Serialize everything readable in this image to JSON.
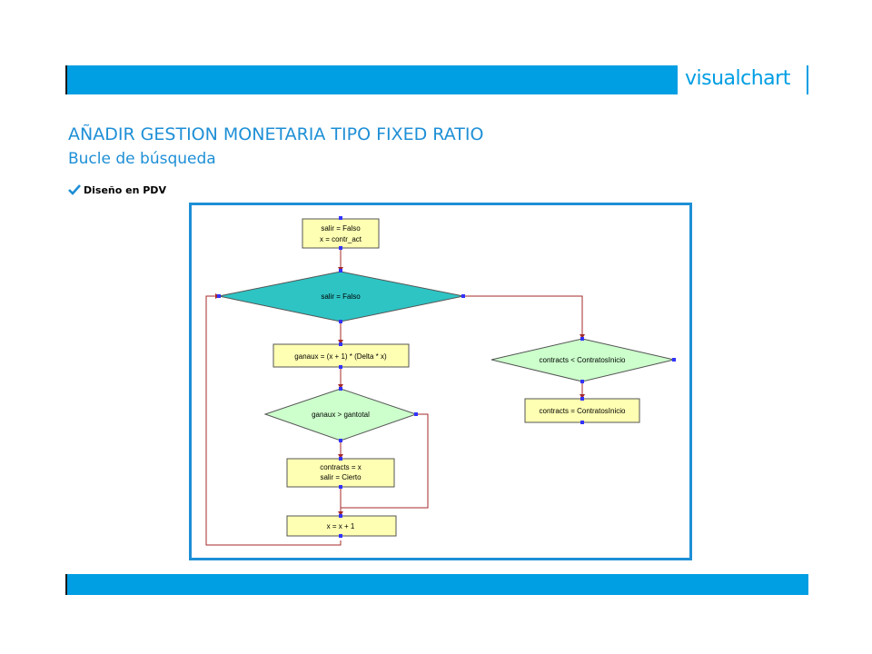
{
  "brand": {
    "name": "visualchart",
    "accent": "#009ee3"
  },
  "slide": {
    "title": "AÑADIR GESTION MONETARIA TIPO FIXED RATIO",
    "subtitle": "Bucle de búsqueda",
    "bullet": "Diseño en PDV"
  },
  "flowchart": {
    "colors": {
      "process": "#ffffb3",
      "decision_main": "#2ec4c4",
      "decision": "#ccffcc",
      "edge": "#a52a2a",
      "port": "#3333ff",
      "frame": "#1e8fd6"
    },
    "init": {
      "line1": "salir = Falso",
      "line2": "x = contr_act"
    },
    "loop_condition": "salir = Falso",
    "calc": "ganaux = (x + 1) * (Delta * x)",
    "compare": "ganaux > gantotal",
    "assign": {
      "line1": "contracts = x",
      "line2": "salir = Cierto"
    },
    "increment": "x = x + 1",
    "check_min": "contracts < ContratosInicio",
    "set_min": "contracts = ContratosInicio"
  }
}
